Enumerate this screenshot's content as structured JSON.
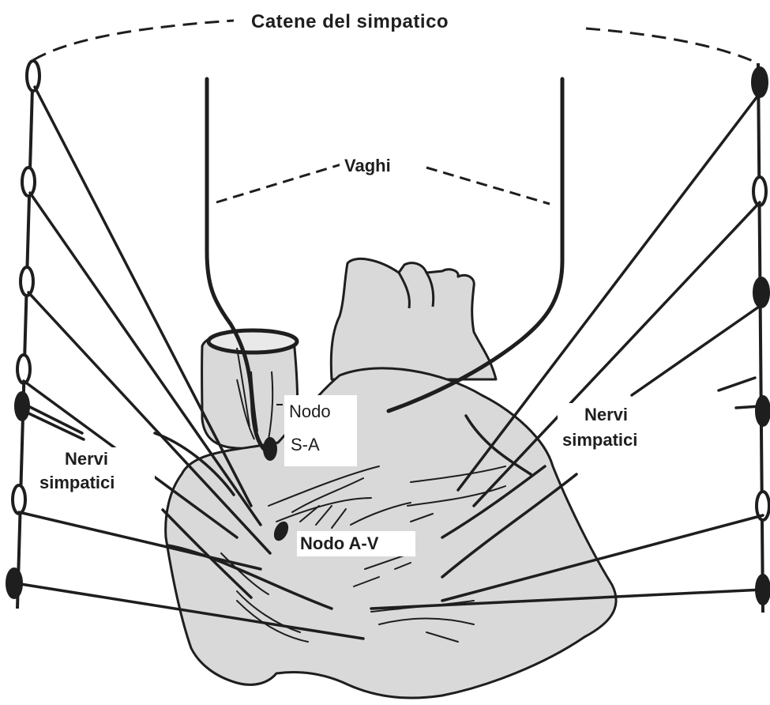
{
  "labels": {
    "sympathetic_chains": "Catene del simpatico",
    "vagus_nerves": "Vaghi",
    "sa_node_line1": "Nodo",
    "sa_node_line2": "S-A",
    "av_node": "Nodo A-V",
    "sympathetic_nerves_left_line1": "Nervi",
    "sympathetic_nerves_left_line2": "simpatici",
    "sympathetic_nerves_right_line1": "Nervi",
    "sympathetic_nerves_right_line2": "simpatici"
  },
  "colors": {
    "ink": "#1e1e1e",
    "heart_fill": "#d9d9d9",
    "background": "#ffffff"
  }
}
